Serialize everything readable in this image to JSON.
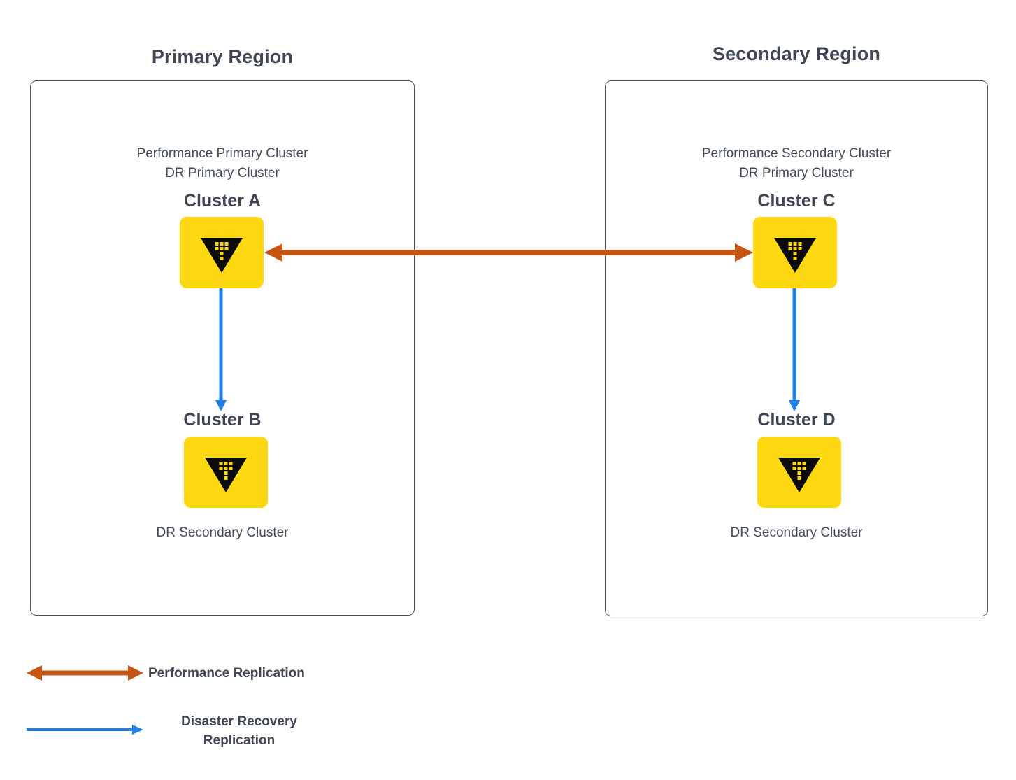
{
  "regions": {
    "left": {
      "title": "Primary Region",
      "top_cluster": {
        "role_line1": "Performance Primary Cluster",
        "role_line2": "DR Primary Cluster",
        "name": "Cluster A",
        "icon": "vault-icon"
      },
      "bottom_cluster": {
        "name": "Cluster B",
        "role": "DR Secondary Cluster",
        "icon": "vault-icon"
      }
    },
    "right": {
      "title": "Secondary Region",
      "top_cluster": {
        "role_line1": "Performance Secondary Cluster",
        "role_line2": "DR Primary Cluster",
        "name": "Cluster C",
        "icon": "vault-icon"
      },
      "bottom_cluster": {
        "name": "Cluster D",
        "role": "DR Secondary Cluster",
        "icon": "vault-icon"
      }
    }
  },
  "connections": [
    {
      "type": "performance-replication",
      "style": "double-arrow",
      "color": "#C65412",
      "from": "Cluster A",
      "to": "Cluster C"
    },
    {
      "type": "disaster-recovery-replication",
      "style": "arrow",
      "color": "#1F7FE8",
      "from": "Cluster A",
      "to": "Cluster B"
    },
    {
      "type": "disaster-recovery-replication",
      "style": "arrow",
      "color": "#1F7FE8",
      "from": "Cluster C",
      "to": "Cluster D"
    }
  ],
  "legend": {
    "performance": {
      "label": "Performance Replication",
      "color": "#C65412",
      "style": "double-arrow"
    },
    "disaster_recovery": {
      "label_line1": "Disaster Recovery",
      "label_line2": "Replication",
      "color": "#1F7FE8",
      "style": "arrow"
    }
  },
  "colors": {
    "vault_yellow": "#FFD814",
    "vault_black": "#0B0B0B",
    "performance_orange": "#C65412",
    "dr_blue": "#1F7FE8",
    "text_dark_slate": "#3E4553",
    "box_border_gray": "#4D545E",
    "background": "#FFFFFF"
  }
}
